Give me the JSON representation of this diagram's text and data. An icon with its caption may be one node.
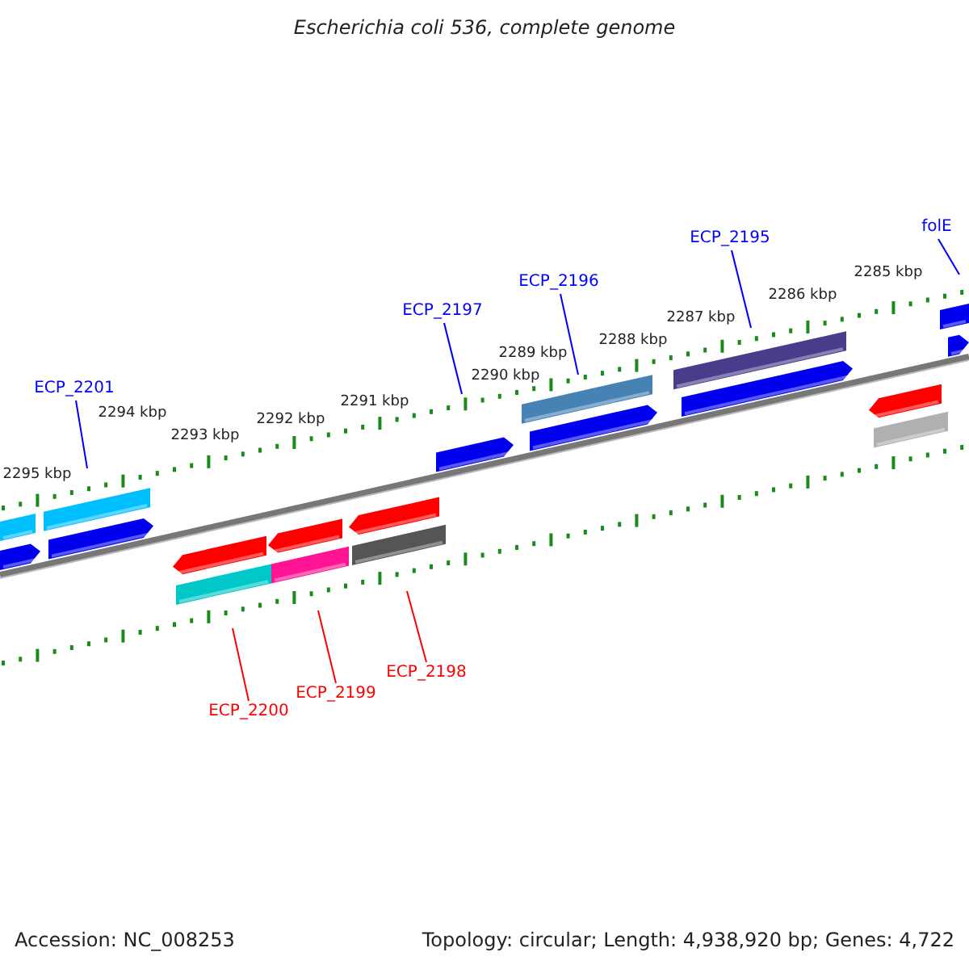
{
  "diagram": {
    "title": "Escherichia coli 536, complete genome",
    "nodes": [
      {
        "text": [
          "folE"
        ]
      },
      {
        "text": [
          "ECP_2195"
        ]
      },
      {
        "text": [
          "ECP_2196"
        ]
      },
      {
        "text": [
          "ECP_2197"
        ]
      },
      {
        "text": [
          "ECP_2201"
        ]
      },
      {
        "text": [
          "ECP_2200"
        ]
      },
      {
        "text": [
          "ECP_2199"
        ]
      },
      {
        "text": [
          "ECP_2198"
        ]
      }
    ],
    "edges": [
      {
        "from": 0,
        "to": null,
        "arrow": "none"
      },
      {
        "from": 1,
        "to": null,
        "arrow": "none"
      },
      {
        "from": 2,
        "to": null,
        "arrow": "none"
      },
      {
        "from": 3,
        "to": null,
        "arrow": "none"
      },
      {
        "from": 4,
        "to": null,
        "arrow": "none"
      },
      {
        "from": 5,
        "to": null,
        "arrow": "none",
        "color": "#ff0000"
      },
      {
        "from": 6,
        "to": null,
        "arrow": "none",
        "color": "#ff0000"
      },
      {
        "from": 7,
        "to": null,
        "arrow": "none",
        "color": "#ff0000"
      }
    ],
    "labels": [
      "2295 kbp",
      "2294 kbp",
      "2293 kbp",
      "2292 kbp",
      "2291 kbp",
      "2290 kbp",
      "2289 kbp",
      "2288 kbp",
      "2287 kbp",
      "2286 kbp",
      "2285 kbp",
      "Accession: NC_008253",
      "Topology: circular; Length: 4,938,920 bp; Genes: 4,722"
    ]
  }
}
